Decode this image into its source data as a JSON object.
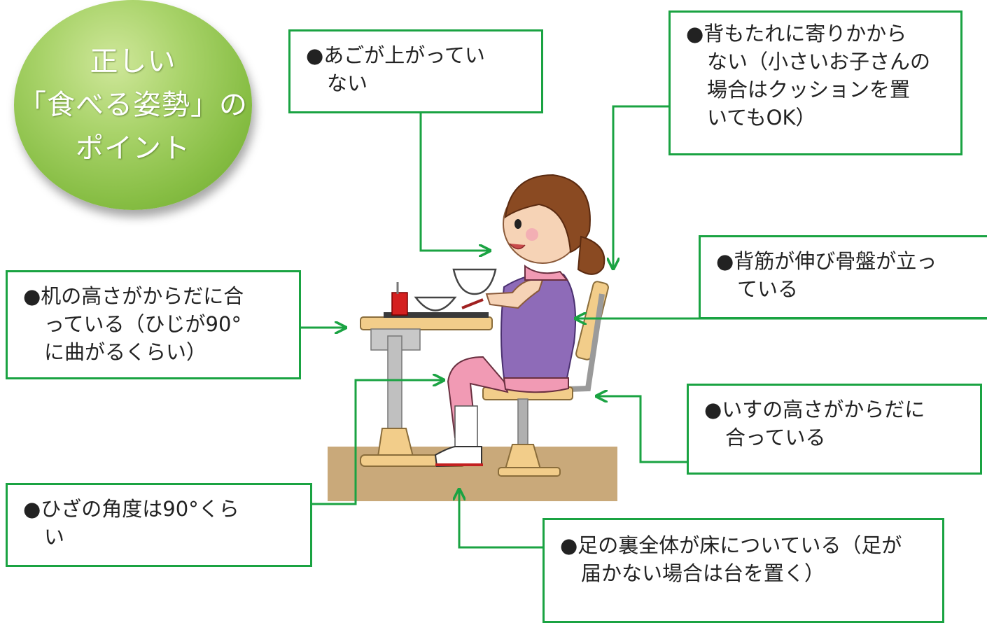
{
  "title": {
    "lines": [
      "正しい",
      "「食べる姿勢」の",
      "ポイント"
    ]
  },
  "callouts": {
    "chin": {
      "lines": [
        "●あごが上がってい",
        "ない"
      ]
    },
    "backrest": {
      "lines": [
        "●背もたれに寄りかから",
        "ない（小さいお子さんの",
        "場合はクッションを置",
        "いてもOK）"
      ]
    },
    "spine": {
      "lines": [
        "●背筋が伸び骨盤が立っ",
        "ている"
      ]
    },
    "desk": {
      "lines": [
        "●机の高さがからだに合",
        "っている（ひじが90°",
        "に曲がるくらい）"
      ]
    },
    "chair": {
      "lines": [
        "●いすの高さがからだに",
        "合っている"
      ]
    },
    "knee": {
      "lines": [
        "●ひざの角度は90°くら",
        "い"
      ]
    },
    "feet": {
      "lines": [
        "●足の裏全体が床についている（足が",
        "届かない場合は台を置く）"
      ]
    }
  },
  "colors": {
    "accent": "#1aa342",
    "badge": "#86bd43",
    "floor": "#c9a97a",
    "desk_top": "#f2cd8a",
    "shirt": "#8e6bb8",
    "shorts": "#f19ab4",
    "hair": "#8a4a22"
  }
}
